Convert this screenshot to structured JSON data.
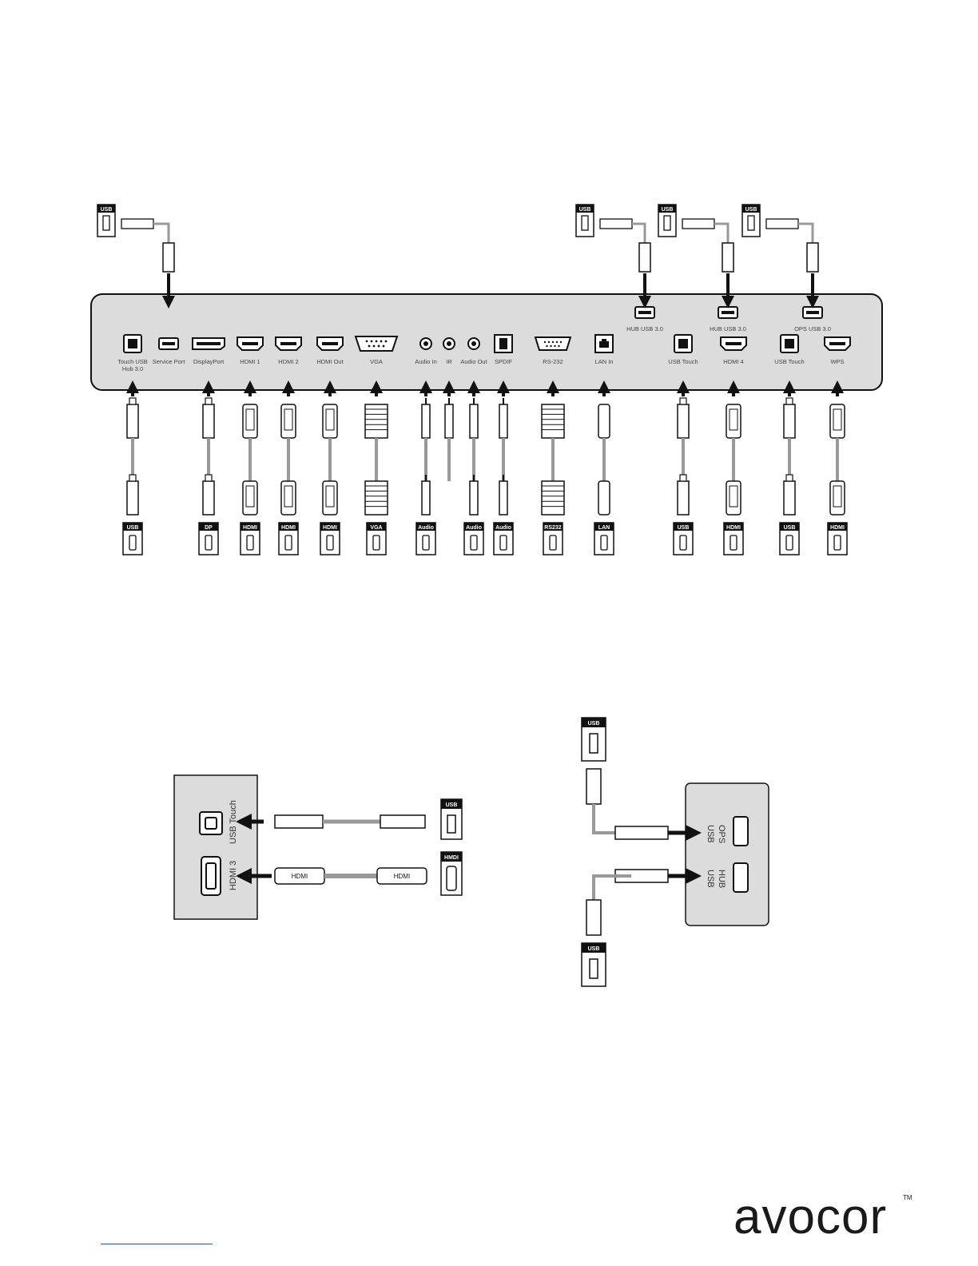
{
  "io_panel": {
    "top_ports": [
      {
        "label": "HUB USB 3.0"
      },
      {
        "label": "HUB USB 3.0"
      },
      {
        "label": "OPS USB 3.0"
      }
    ],
    "ports": [
      {
        "label": "Touch USB",
        "label2": "Hub 3.0",
        "device": "USB",
        "icon": "usb-b-port-icon"
      },
      {
        "label": "Service Port",
        "device": "",
        "icon": "usb-a-port-icon"
      },
      {
        "label": "DisplayPort",
        "device": "DP",
        "icon": "displayport-port-icon"
      },
      {
        "label": "HDMI 1",
        "device": "HDMI",
        "icon": "hdmi-port-icon"
      },
      {
        "label": "HDMI 2",
        "device": "HDMI",
        "icon": "hdmi-port-icon"
      },
      {
        "label": "HDMI Out",
        "device": "HDMI",
        "icon": "hdmi-port-icon"
      },
      {
        "label": "VGA",
        "device": "VGA",
        "icon": "vga-port-icon"
      },
      {
        "label": "Audio In",
        "device": "Audio",
        "icon": "audio-jack-icon"
      },
      {
        "label": "IR",
        "device": "",
        "icon": "audio-jack-icon"
      },
      {
        "label": "Audio Out",
        "device": "Audio",
        "icon": "audio-jack-icon"
      },
      {
        "label": "SPDIF",
        "device": "Audio",
        "icon": "spdif-port-icon"
      },
      {
        "label": "RS-232",
        "device": "RS232",
        "icon": "rs232-port-icon"
      },
      {
        "label": "LAN In",
        "device": "LAN",
        "icon": "lan-port-icon"
      },
      {
        "label": "USB Touch",
        "device": "USB",
        "icon": "usb-b-port-icon"
      },
      {
        "label": "HDMI 4",
        "device": "HDMI",
        "icon": "hdmi-port-icon"
      },
      {
        "label": "USB Touch",
        "device": "USB",
        "icon": "usb-b-port-icon"
      },
      {
        "label": "WPS",
        "device": "HDMI",
        "icon": "hdmi-port-icon"
      }
    ],
    "usb_badge": "USB"
  },
  "side_panel_left": {
    "usb_touch_label": "USB Touch",
    "hdmi_label": "HDMI 3",
    "usb_device": "USB",
    "hdmi_device": "HMDI",
    "hdmi_cable_text": "HDMI"
  },
  "side_panel_right": {
    "ops_label_1": "OPS",
    "ops_label_2": "USB",
    "hub_label_1": "HUB",
    "hub_label_2": "USB",
    "top_device": "USB",
    "bottom_device": "USB"
  },
  "brand": {
    "name": "avocor",
    "tm": "TM"
  }
}
